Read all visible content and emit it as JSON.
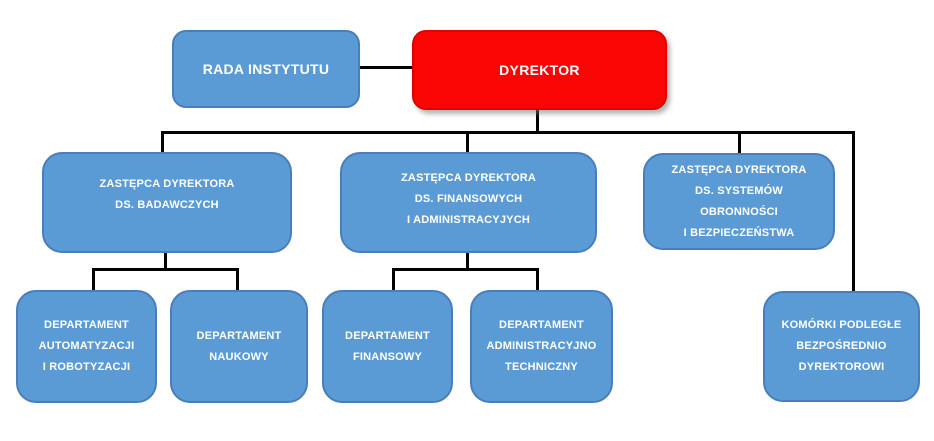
{
  "diagram": {
    "type": "org-chart",
    "background": "#FFFFFF",
    "colors": {
      "node_fill": "#5B9BD5",
      "node_border": "#4A7EBB",
      "director_fill": "#FB0404",
      "text": "#FFFFFF",
      "connector": "#000000"
    },
    "nodes": {
      "rada": {
        "lines": [
          "RADA INSTYTUTU"
        ]
      },
      "dyrektor": {
        "lines": [
          "DYREKTOR"
        ]
      },
      "z_badawczych": {
        "lines": [
          "ZASTĘPCA DYREKTORA",
          "DS. BADAWCZYCH"
        ]
      },
      "z_finansowych": {
        "lines": [
          "ZASTĘPCA DYREKTORA",
          "DS. FINANSOWYCH",
          "I ADMINISTRACYJYCH"
        ]
      },
      "z_systemow": {
        "lines": [
          "ZASTĘPCA DYREKTORA",
          "DS. SYSTEMÓW",
          "OBRONNOŚCI",
          "I BEZPIECZEŃSTWA"
        ]
      },
      "d_automatyzacji": {
        "lines": [
          "DEPARTAMENT",
          "AUTOMATYZACJI",
          "I ROBOTYZACJI"
        ]
      },
      "d_naukowy": {
        "lines": [
          "DEPARTAMENT",
          "NAUKOWY"
        ]
      },
      "d_finansowy": {
        "lines": [
          "DEPARTAMENT",
          "FINANSOWY"
        ]
      },
      "d_administracyjno": {
        "lines": [
          "DEPARTAMENT",
          "ADMINISTRACYJNO",
          "TECHNICZNY"
        ]
      },
      "komorki": {
        "lines": [
          "KOMÓRKI PODLEGŁE",
          "BEZPOŚREDNIO",
          "DYREKTOROWI"
        ]
      }
    },
    "edges": [
      {
        "from": "rada",
        "to": "dyrektor"
      },
      {
        "from": "dyrektor",
        "to": "z_badawczych"
      },
      {
        "from": "dyrektor",
        "to": "z_finansowych"
      },
      {
        "from": "dyrektor",
        "to": "z_systemow"
      },
      {
        "from": "dyrektor",
        "to": "komorki"
      },
      {
        "from": "z_badawczych",
        "to": "d_automatyzacji"
      },
      {
        "from": "z_badawczych",
        "to": "d_naukowy"
      },
      {
        "from": "z_finansowych",
        "to": "d_finansowy"
      },
      {
        "from": "z_finansowych",
        "to": "d_administracyjno"
      }
    ]
  }
}
